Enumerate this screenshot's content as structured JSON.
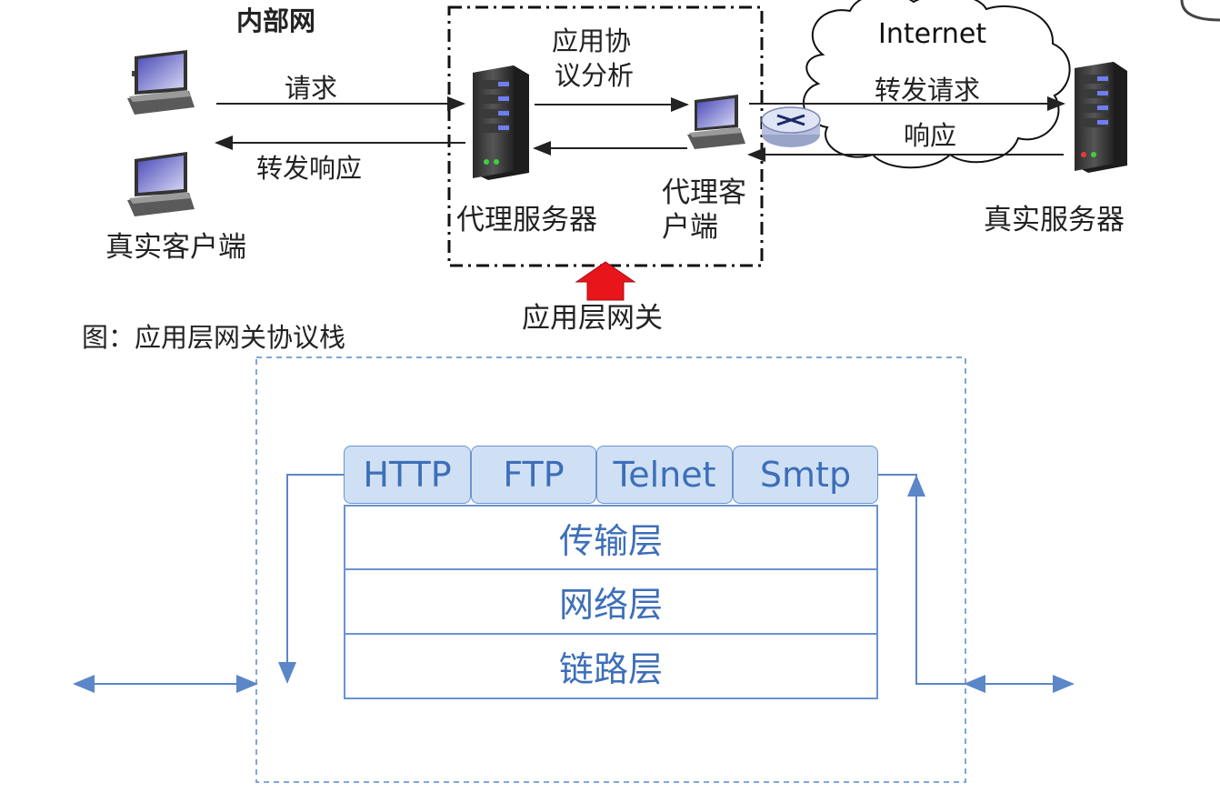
{
  "top_diagram": {
    "internal_network_label": "内部网",
    "request_label": "请求",
    "forward_response_label": "转发响应",
    "real_client_label": "真实客户端",
    "app_protocol_analysis_line1": "应用协",
    "app_protocol_analysis_line2": "议分析",
    "proxy_server_label": "代理服务器",
    "proxy_client_line1": "代理客",
    "proxy_client_line2": "户端",
    "internet_label": "Internet",
    "forward_request_label": "转发请求",
    "response_label": "响应",
    "real_server_label": "真实服务器",
    "app_gateway_label": "应用层网关"
  },
  "caption": "图：应用层网关协议栈",
  "protocol_stack": {
    "protocols": [
      "HTTP",
      "FTP",
      "Telnet",
      "Smtp"
    ],
    "layers": [
      "传输层",
      "网络层",
      "链路层"
    ]
  },
  "colors": {
    "stack_blue": "#3d6fb8",
    "proto_fill": "#cfe0f5",
    "gateway_arrow": "#e8151b",
    "dash_border": "#7fa6d8"
  }
}
